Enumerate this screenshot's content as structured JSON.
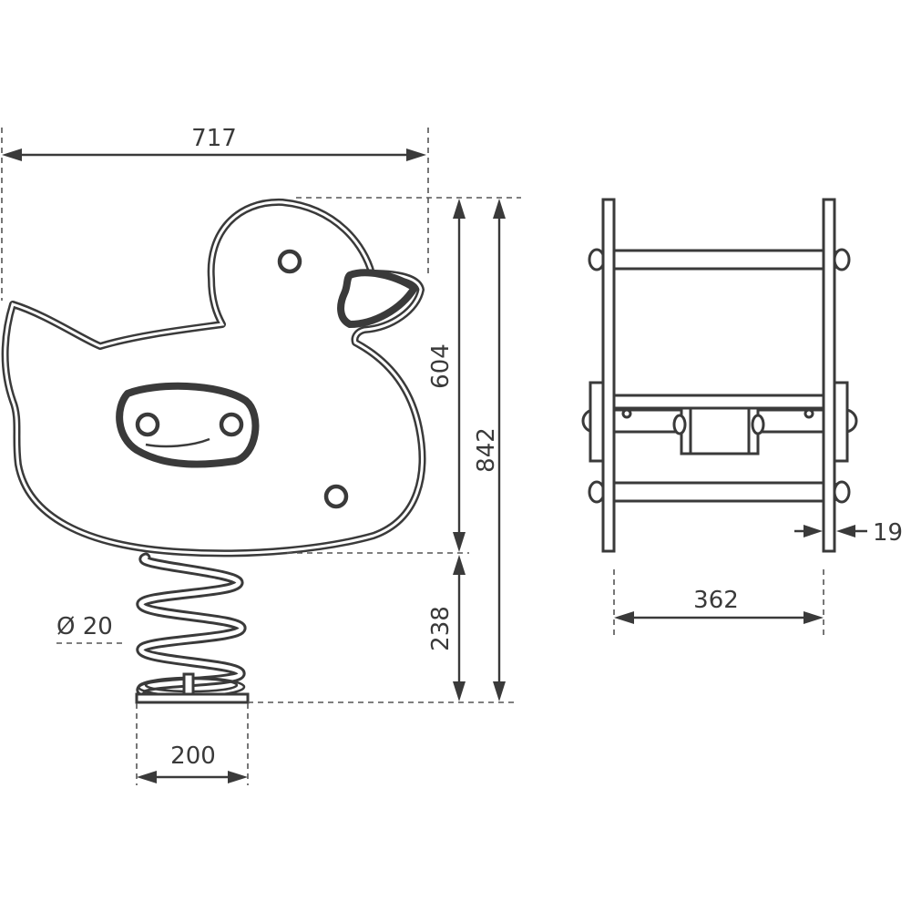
{
  "dimensions": {
    "total_width": "717",
    "body_height": "604",
    "total_height": "842",
    "spring_height": "238",
    "spring_diameter": "Ø 20",
    "base_width": "200",
    "board_thickness": "19",
    "seat_width": "362"
  },
  "colors": {
    "line": "#3a3a3a",
    "background": "#ffffff"
  }
}
